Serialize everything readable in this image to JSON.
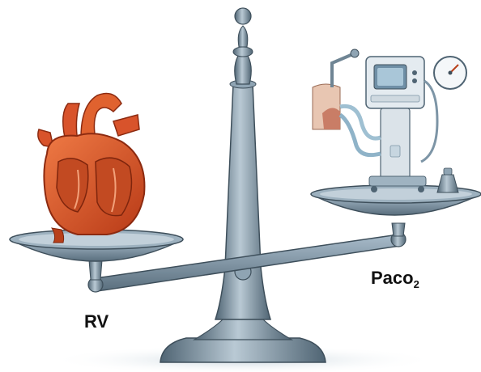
{
  "labels": {
    "left_side": "RV",
    "right_side_main": "Paco",
    "right_side_subscript": "2"
  },
  "icons": {
    "left_pan_item": "heart-icon",
    "right_pan_item": "ventilator-icon",
    "scale": "balance-scale-icon"
  },
  "colors": {
    "background": "#ffffff",
    "steel": "#7d95a6",
    "steel_dark": "#4f6473",
    "heart": "#d9522a",
    "heart_dark": "#9c2f12",
    "machine": "#dfe6ec",
    "tubing": "#9fc0d2",
    "label": "#111111"
  }
}
